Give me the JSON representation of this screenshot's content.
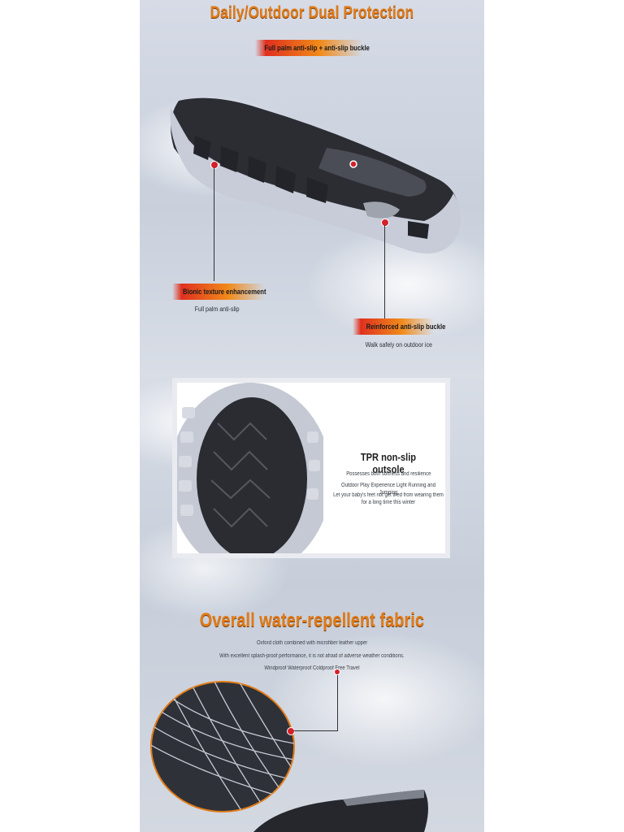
{
  "section1": {
    "title": "Daily/Outdoor Dual Protection",
    "badge": "Full palm anti-slip + anti-slip buckle",
    "left_label": "Bionic texture enhancement",
    "left_sub": "Full palm anti-slip",
    "right_label": "Reinforced anti-slip buckle",
    "right_sub": "Walk safely on outdoor ice"
  },
  "tpr_card": {
    "title": "TPR non-slip outsole",
    "line1": "Possesses both softness and resilience",
    "line2": "Outdoor Play Experience Light Running and Jumping",
    "line3": "Let your baby's feet not get tired from wearing them for a long time this winter"
  },
  "section2": {
    "title": "Overall water-repellent fabric",
    "line1": "Oxford cloth combined with microfiber leather upper",
    "line2": "With excellent splash-proof performance, it is not afraid of adverse weather conditions.",
    "line3": "Windproof Waterproof Coldproof Free Travel"
  },
  "colors": {
    "accent_orange": "#e07b18",
    "badge_red": "#e0301e",
    "marker_red": "#d4212a"
  }
}
